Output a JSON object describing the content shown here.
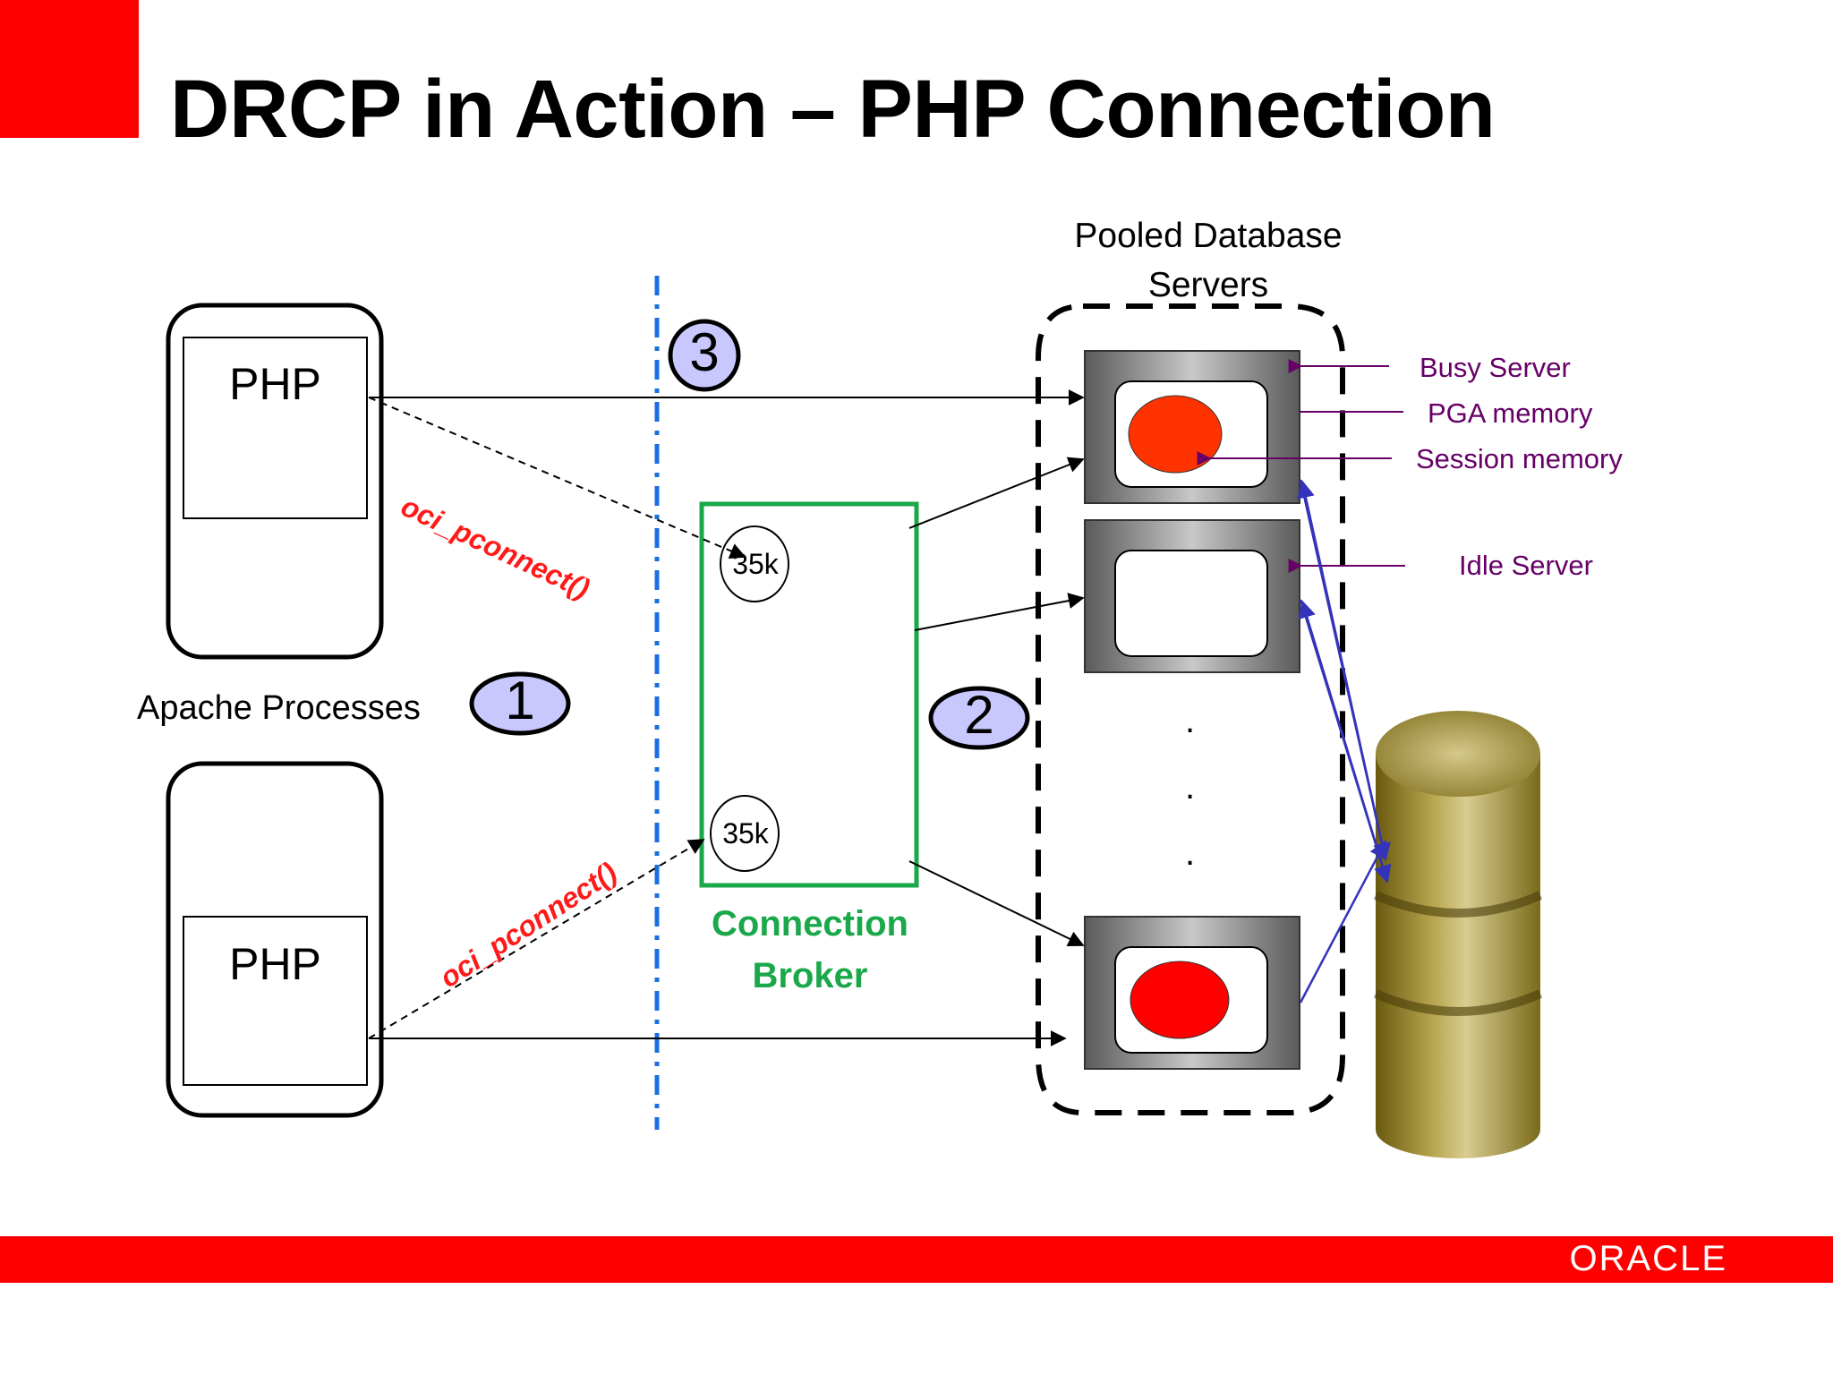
{
  "title": "DRCP in Action – PHP Connection",
  "labels": {
    "pooled_servers_line1": "Pooled Database",
    "pooled_servers_line2": "Servers",
    "php_top": "PHP",
    "php_bottom": "PHP",
    "apache_processes": "Apache Processes",
    "oci_top": "oci_pconnect()",
    "oci_bottom": "oci_pconnect()",
    "mem_top": "35k",
    "mem_bottom": "35k",
    "broker_line1": "Connection",
    "broker_line2": "Broker",
    "busy_server": "Busy Server",
    "pga_memory": "PGA memory",
    "session_memory": "Session memory",
    "idle_server": "Idle Server",
    "ellipsis": "."
  },
  "badges": [
    "1",
    "2",
    "3"
  ],
  "footer": {
    "logo_text": "ORACLE"
  },
  "colors": {
    "accent_red": "#ff0000",
    "broker_green": "#1aa84a",
    "badge_fill": "#c8c8ff",
    "purple": "#660066",
    "divider_blue": "#1a6fe0",
    "db_connector_blue": "#3333bb"
  }
}
